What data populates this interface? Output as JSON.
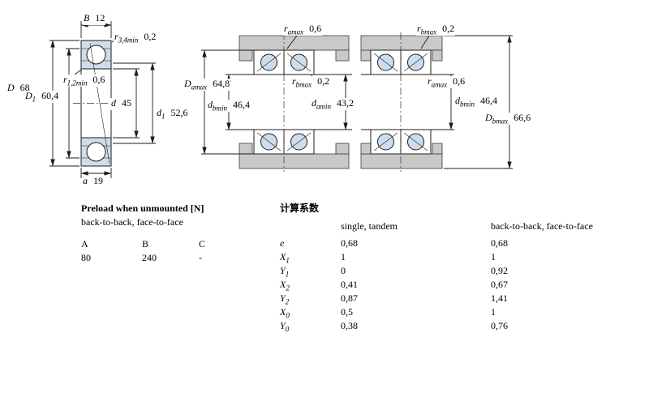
{
  "colors": {
    "ring_fill": "#cdddec",
    "housing_fill": "#c9c9c9"
  },
  "drawings": {
    "front": {
      "labels": {
        "B": {
          "base": "B",
          "value": "12"
        },
        "r34": {
          "base": "r",
          "sub": "3,4min",
          "value": "0,2"
        },
        "D": {
          "base": "D",
          "value": "68"
        },
        "D1": {
          "base": "D",
          "sub": "1",
          "value": "60,4"
        },
        "r12": {
          "base": "r",
          "sub": "1,2min",
          "value": "0,6"
        },
        "d": {
          "base": "d",
          "value": "45"
        },
        "d1": {
          "base": "d",
          "sub": "1",
          "value": "52,6"
        },
        "a": {
          "base": "a",
          "value": "19"
        }
      }
    },
    "mount_a": {
      "labels": {
        "ramax": {
          "base": "r",
          "sub": "amax",
          "value": "0,6"
        },
        "Damax": {
          "base": "D",
          "sub": "amax",
          "value": "64,8"
        },
        "dbmin": {
          "base": "d",
          "sub": "bmin",
          "value": "46,4"
        },
        "rbmax": {
          "base": "r",
          "sub": "bmax",
          "value": "0,2"
        },
        "damin": {
          "base": "d",
          "sub": "amin",
          "value": "43,2"
        }
      }
    },
    "mount_b": {
      "labels": {
        "rbmax": {
          "base": "r",
          "sub": "bmax",
          "value": "0,2"
        },
        "ramax": {
          "base": "r",
          "sub": "amax",
          "value": "0,6"
        },
        "dbmin": {
          "base": "d",
          "sub": "bmin",
          "value": "46,4"
        },
        "Dbmax": {
          "base": "D",
          "sub": "bmax",
          "value": "66,6"
        }
      }
    }
  },
  "preload": {
    "title": "Preload when unmounted [N]",
    "subtitle": "back-to-back, face-to-face",
    "headers": [
      "A",
      "B",
      "C"
    ],
    "values": [
      "80",
      "240",
      "-"
    ]
  },
  "factors": {
    "title": "计算系数",
    "columns": [
      "single, tandem",
      "back-to-back, face-to-face"
    ],
    "rows": [
      {
        "base": "e",
        "sub": "",
        "v1": "0,68",
        "v2": "0,68"
      },
      {
        "base": "X",
        "sub": "1",
        "v1": "1",
        "v2": "1"
      },
      {
        "base": "Y",
        "sub": "1",
        "v1": "0",
        "v2": "0,92"
      },
      {
        "base": "X",
        "sub": "2",
        "v1": "0,41",
        "v2": "0,67"
      },
      {
        "base": "Y",
        "sub": "2",
        "v1": "0,87",
        "v2": "1,41"
      },
      {
        "base": "X",
        "sub": "0",
        "v1": "0,5",
        "v2": "1"
      },
      {
        "base": "Y",
        "sub": "0",
        "v1": "0,38",
        "v2": "0,76"
      }
    ]
  }
}
